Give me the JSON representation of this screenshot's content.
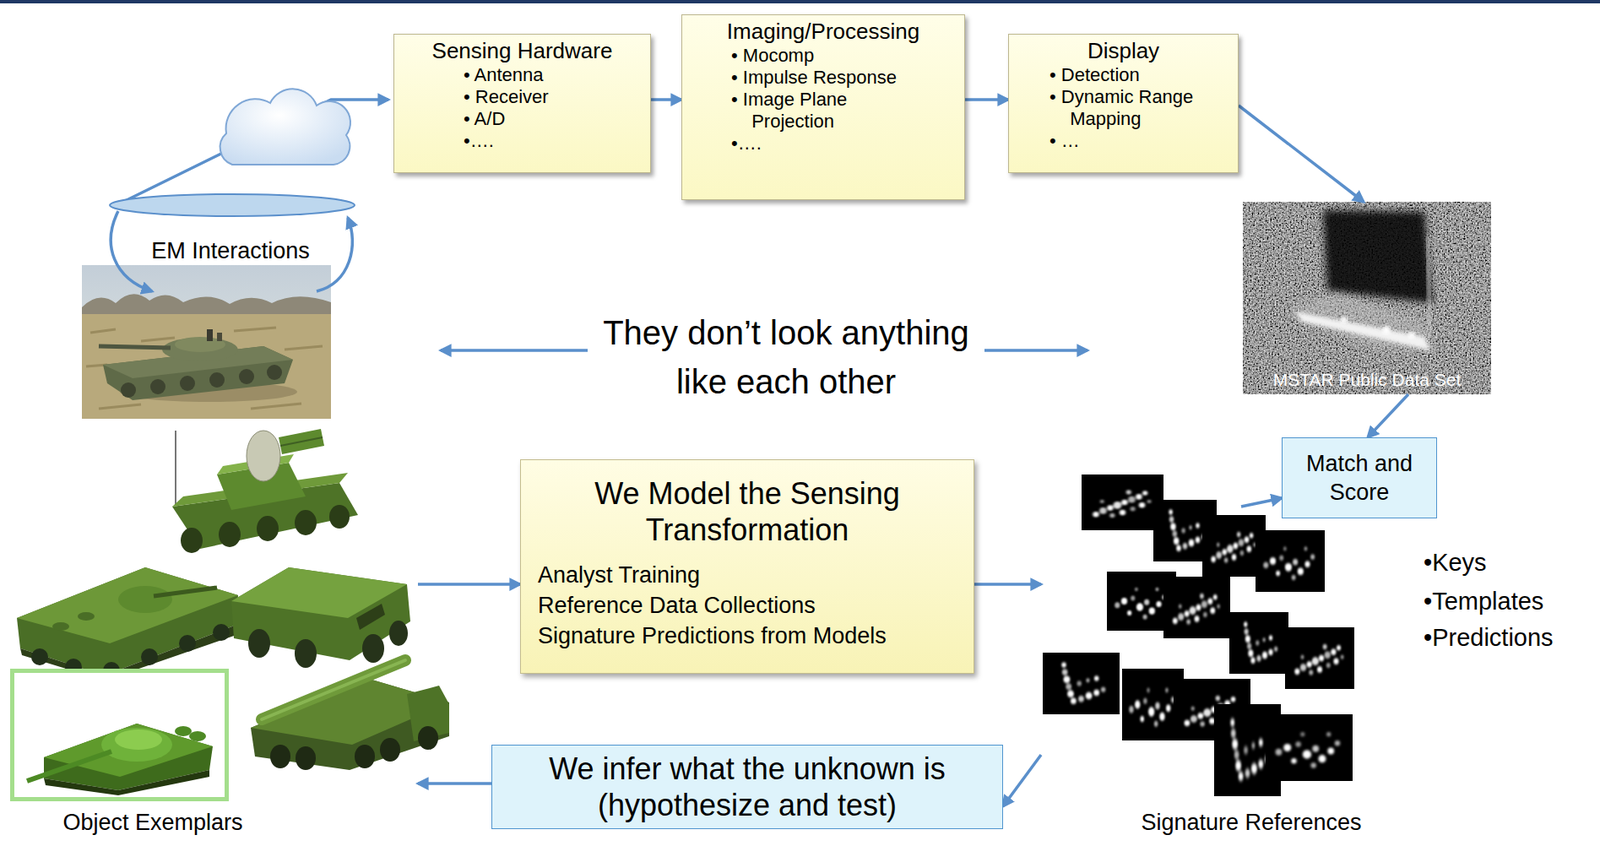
{
  "diagram": {
    "nodes": [
      {
        "text": [
          "Sensing Hardware",
          "• Antenna",
          "• Receiver",
          "• A/D",
          "•…."
        ]
      },
      {
        "text": [
          "Imaging/Processing",
          "• Mocomp",
          "• Impulse Response",
          "• Image Plane Projection",
          "•…."
        ]
      },
      {
        "text": [
          "Display",
          "• Detection",
          "• Dynamic Range Mapping",
          "• …"
        ]
      },
      {
        "text": [
          "MSTAR Public Data Set"
        ]
      },
      {
        "text": [
          "Match and Score"
        ]
      },
      {
        "text": [
          "Signature References"
        ]
      },
      {
        "text": [
          "We Model the Sensing Transformation",
          "Analyst Training",
          "Reference Data Collections",
          "Signature Predictions from Models"
        ]
      },
      {
        "text": [
          "We infer what the unknown is (hypothesize and test)"
        ]
      },
      {
        "text": [
          "Object Exemplars"
        ]
      }
    ],
    "edges": [
      {
        "from": 0,
        "to": 1,
        "arrow": "to"
      },
      {
        "from": 1,
        "to": 2,
        "arrow": "to"
      },
      {
        "from": 2,
        "to": 3,
        "arrow": "to"
      },
      {
        "from": 3,
        "to": 4,
        "arrow": "to"
      },
      {
        "from": 5,
        "to": 4,
        "arrow": "to"
      },
      {
        "from": 8,
        "to": 6,
        "arrow": "to"
      },
      {
        "from": 6,
        "to": 5,
        "arrow": "to"
      },
      {
        "from": 5,
        "to": 7,
        "arrow": "to"
      },
      {
        "from": 7,
        "to": 8,
        "arrow": "to"
      }
    ],
    "labels": [
      "EM Interactions",
      "They don’t look anything like each other",
      "•Keys",
      "•Templates",
      "•Predictions"
    ]
  }
}
